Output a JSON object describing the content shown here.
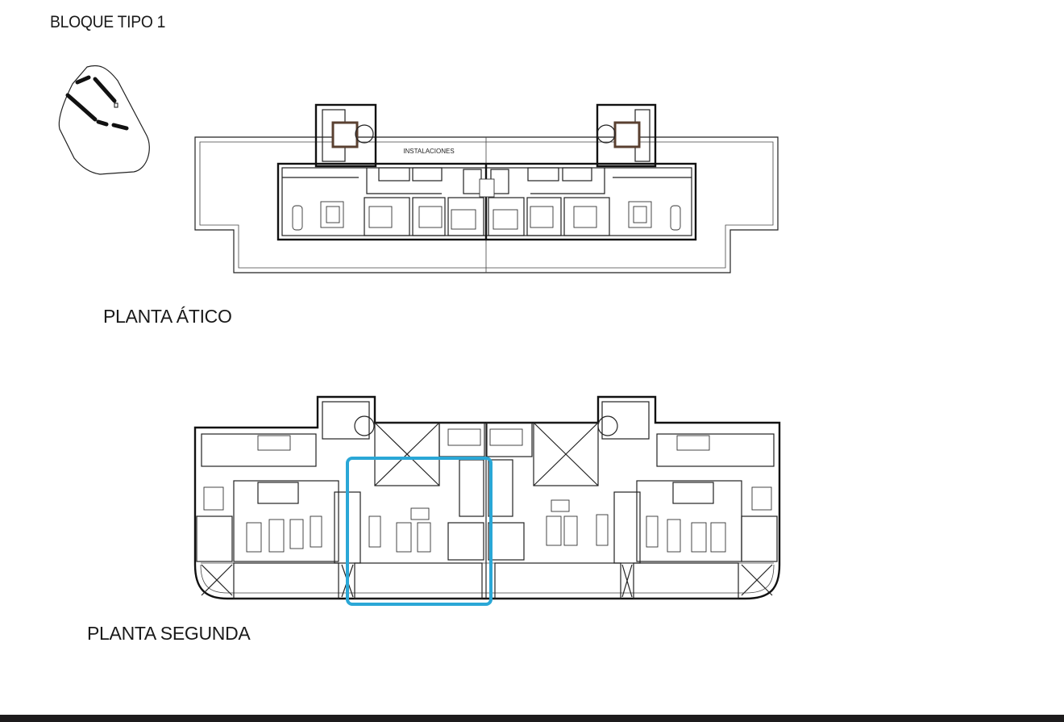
{
  "title": "BLOQUE TIPO 1",
  "plans": [
    {
      "label": "PLANTA ÁTICO",
      "room_label": "INSTALACIONES"
    },
    {
      "label": "PLANTA SEGUNDA"
    }
  ],
  "colors": {
    "highlight": "#2aa7d6",
    "lines": "#222222",
    "bottom_bar": "#1d1b1c"
  }
}
